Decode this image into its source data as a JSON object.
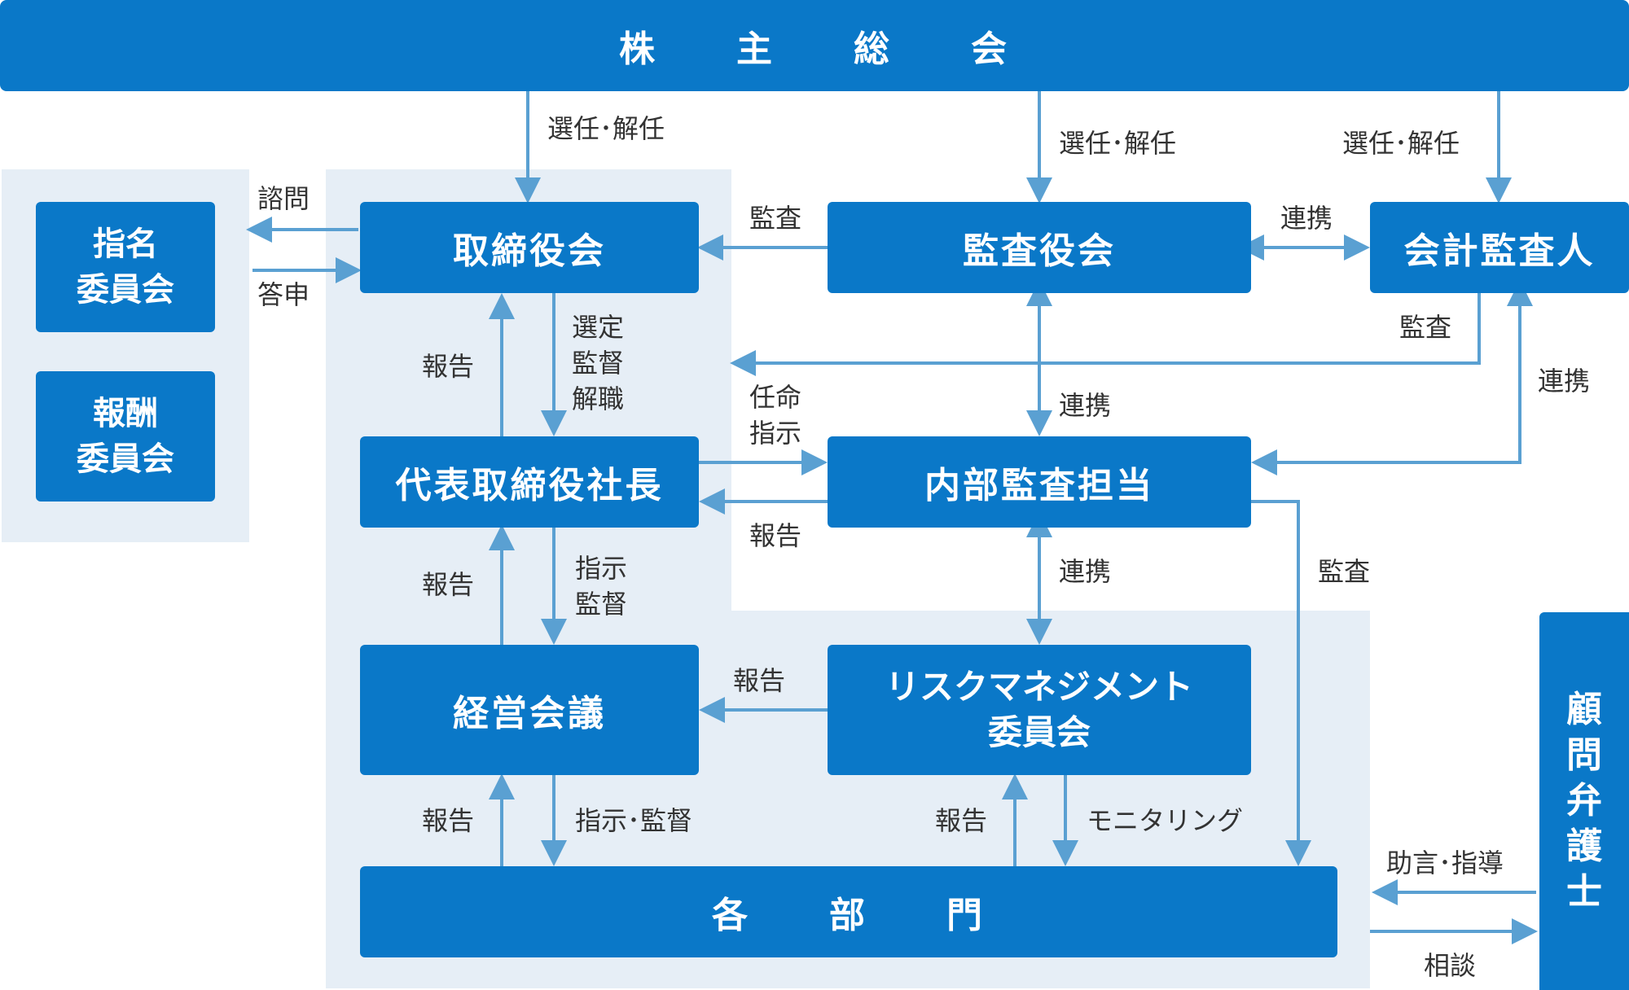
{
  "boxes": {
    "shareholders": "株　　主　　総　　会",
    "board": "取締役会",
    "auditors_board": "監査役会",
    "accounting_auditor": "会計監査人",
    "nomination_committee": [
      "指名",
      "委員会"
    ],
    "compensation_committee": [
      "報酬",
      "委員会"
    ],
    "president": "代表取締役社長",
    "internal_audit": "内部監査担当",
    "management_meeting": "経営会議",
    "risk_committee": [
      "リスクマネジメント",
      "委員会"
    ],
    "departments": "各　　部　　門",
    "legal_counsel": [
      "顧",
      "問",
      "弁",
      "護",
      "士"
    ]
  },
  "labels": {
    "elect1": "選任･解任",
    "elect2": "選任･解任",
    "elect3": "選任･解任",
    "consult": "諮問",
    "reply": "答申",
    "audit_board": "監査",
    "coop_auditors": "連携",
    "audit_from_acc": "監査",
    "report1": "報告",
    "select": [
      "選定",
      "監督",
      "解職"
    ],
    "appoint": [
      "任命",
      "指示"
    ],
    "coop_internal": "連携",
    "coop_acc": "連携",
    "report_internal": "報告",
    "report2": "報告",
    "instruct": [
      "指示",
      "監督"
    ],
    "coop_risk": "連携",
    "audit_dept": "監査",
    "report_risk": "報告",
    "report3": "報告",
    "instruct_supervise": "指示･監督",
    "report4": "報告",
    "monitoring": "モニタリング",
    "advice": "助言･指導",
    "consultation": "相談"
  },
  "colors": {
    "box": "#0a78c8",
    "arrow": "#5aa0d2",
    "zone": "#e6eef6",
    "text": "#333333"
  }
}
